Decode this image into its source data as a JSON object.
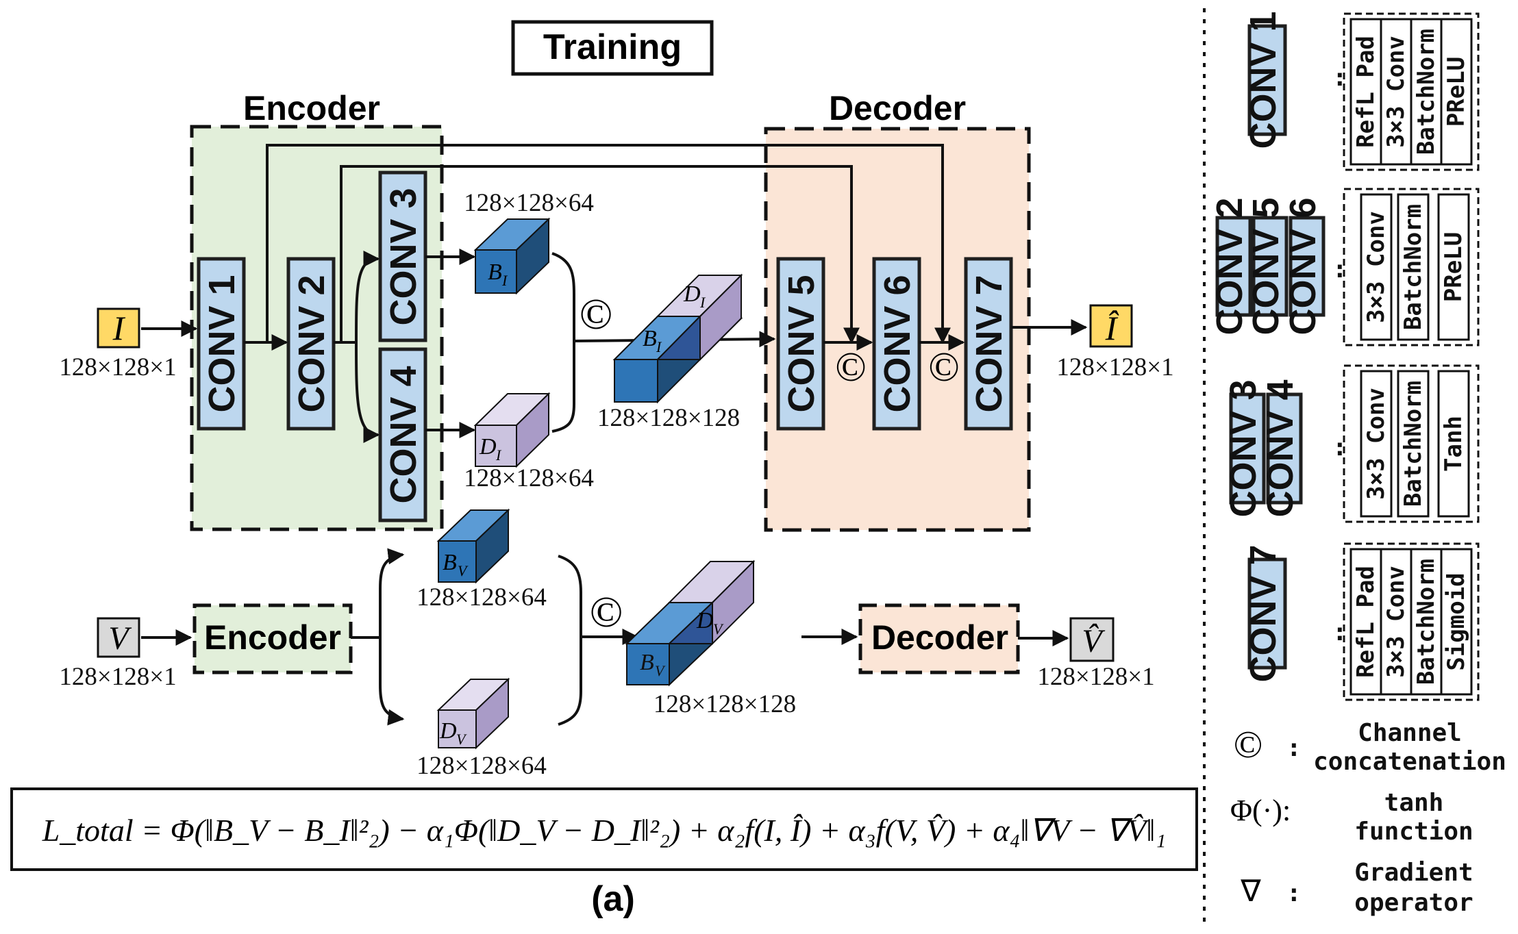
{
  "title": "Training",
  "encoder_label": "Encoder",
  "decoder_label": "Decoder",
  "convs": {
    "c1": "CONV 1",
    "c2": "CONV 2",
    "c3": "CONV 3",
    "c4": "CONV 4",
    "c5": "CONV 5",
    "c6": "CONV 6",
    "c7": "CONV 7"
  },
  "dims": {
    "input": "128×128×1",
    "feature64": "128×128×64",
    "feature128": "128×128×128",
    "output": "128×128×1"
  },
  "symbols": {
    "I": "I",
    "I_hat": "Î",
    "V": "V",
    "V_hat": "V̂",
    "B": "B",
    "D": "D",
    "sub_I": "I",
    "sub_V": "V",
    "concat": "©"
  },
  "bottom": {
    "encoder": "Encoder",
    "decoder": "Decoder"
  },
  "formula": "L_total = Φ(‖B_V − B_I‖²₂) − α₁Φ(‖D_V − D_I‖²₂) + α₂f(I, Î) + α₃f(V, V̂) + α₄‖∇V − ∇V̂‖₁",
  "caption": "(a)",
  "legend": {
    "groups": [
      {
        "convs": [
          "CONV 1"
        ],
        "layers": [
          "RefL Pad",
          "3×3 Conv",
          "BatchNorm",
          "PReLU"
        ]
      },
      {
        "convs": [
          "CONV 2",
          "CONV 5",
          "CONV 6"
        ],
        "layers": [
          "3×3 Conv",
          "BatchNorm",
          "PReLU"
        ]
      },
      {
        "convs": [
          "CONV 3",
          "CONV 4"
        ],
        "layers": [
          "3×3 Conv",
          "BatchNorm",
          "Tanh"
        ]
      },
      {
        "convs": [
          "CONV 7"
        ],
        "layers": [
          "RefL Pad",
          "3×3 Conv",
          "BatchNorm",
          "Sigmoid"
        ]
      }
    ],
    "colon": ":",
    "concat_line1": "Channel",
    "concat_line2": "concatenation",
    "phi_symbol": "Φ(·):",
    "phi_line1": "tanh",
    "phi_line2": "function",
    "grad_symbol": "∇",
    "grad_line1": "Gradient",
    "grad_line2": "operator"
  },
  "colors": {
    "encoder_bg": "#e2efda",
    "decoder_bg": "#fbe5d6",
    "conv_fill": "#bdd7ee",
    "io_yellow": "#ffd966",
    "io_gray": "#d9d9d9",
    "cube_blue": "#2e75b6",
    "cube_lavender": "#c9c0dd"
  }
}
